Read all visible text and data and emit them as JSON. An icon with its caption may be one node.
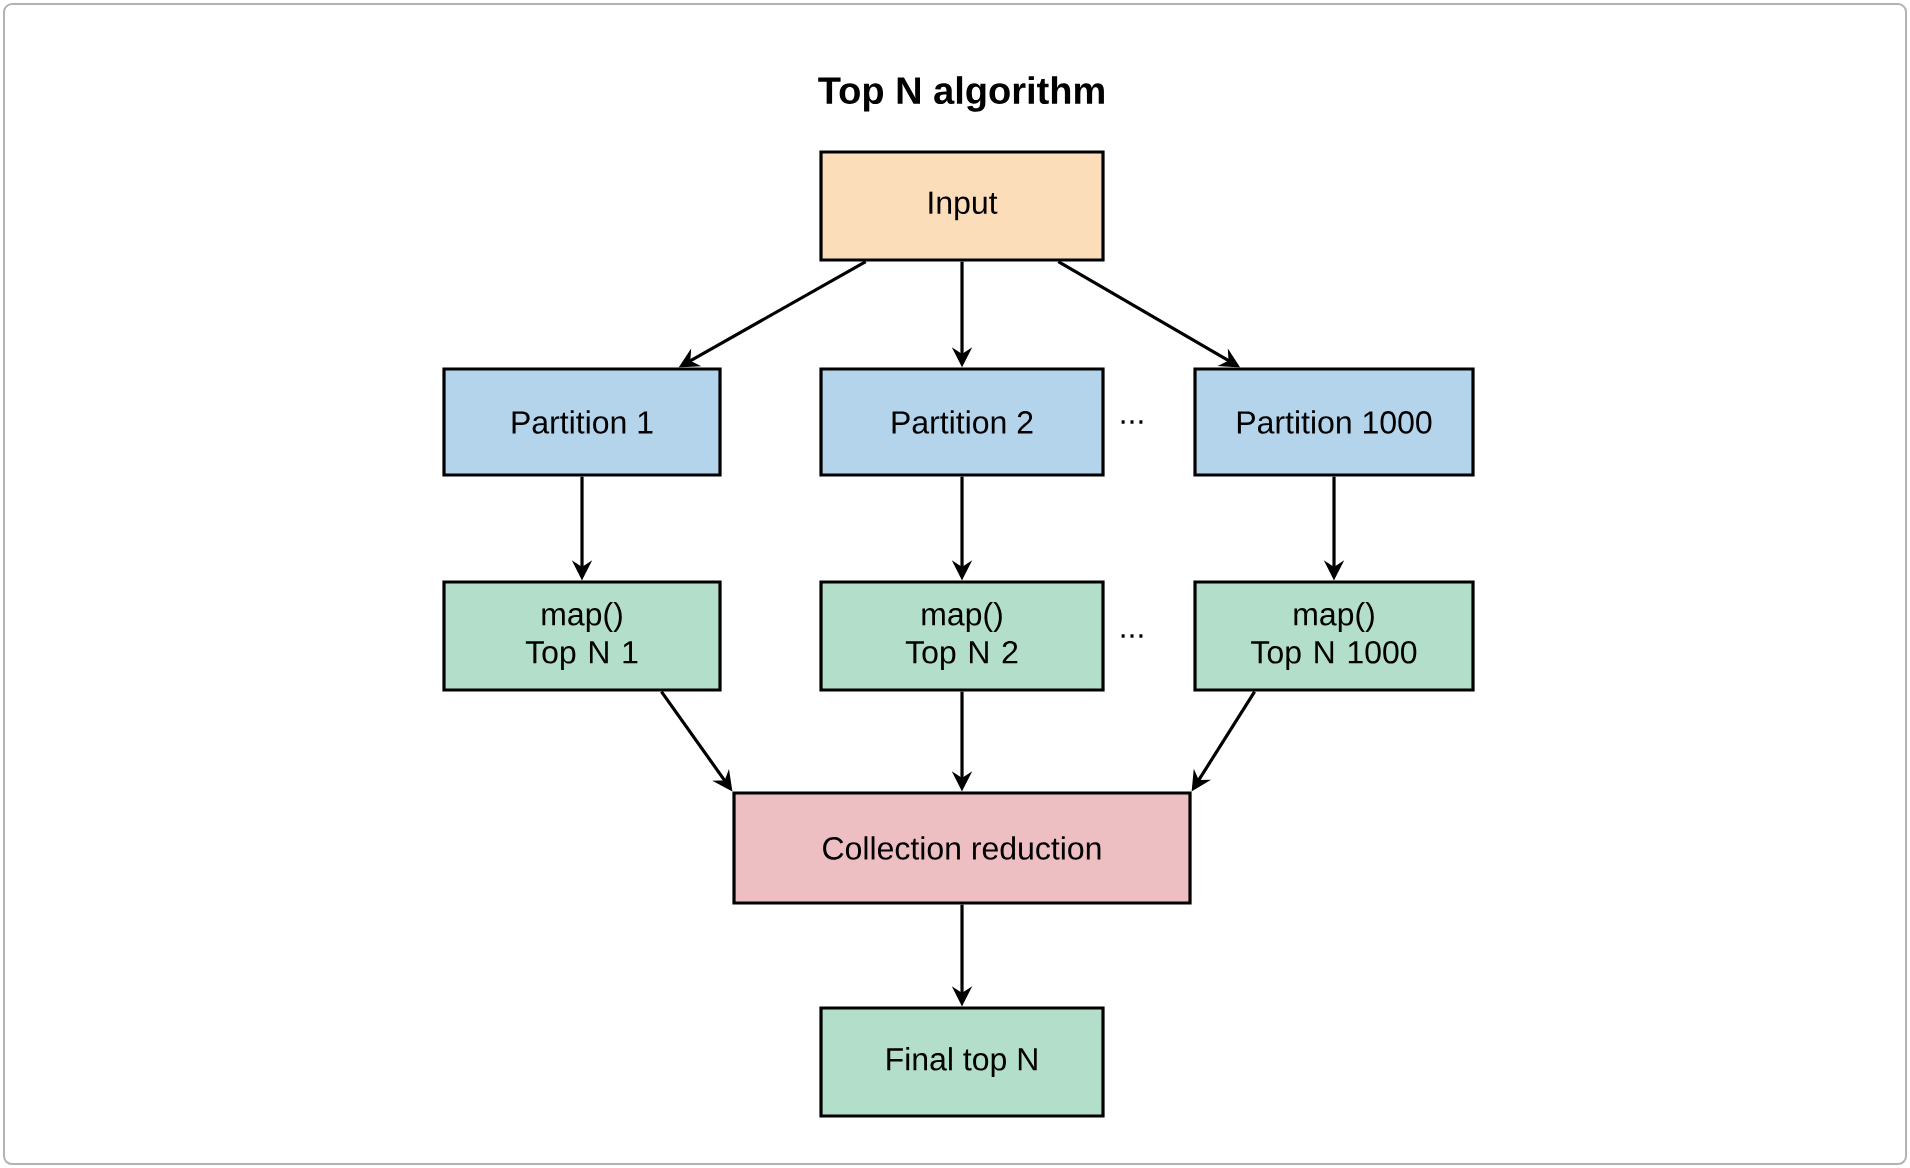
{
  "diagram": {
    "title": "Top N algorithm",
    "nodes": [
      {
        "text": [
          "Input"
        ]
      },
      {
        "text": [
          "Partition 1"
        ]
      },
      {
        "text": [
          "Partition 2"
        ]
      },
      {
        "text": [
          "Partition 1000"
        ]
      },
      {
        "text": [
          "map() Top N 1"
        ]
      },
      {
        "text": [
          "map() Top N 2"
        ]
      },
      {
        "text": [
          "map() Top N 1000"
        ]
      },
      {
        "text": [
          "Collection reduction"
        ]
      },
      {
        "text": [
          "Final top N"
        ]
      }
    ],
    "edges": [
      {
        "from": 0,
        "to": 1,
        "arrow": "to"
      },
      {
        "from": 0,
        "to": 2,
        "arrow": "to"
      },
      {
        "from": 0,
        "to": 3,
        "arrow": "to"
      },
      {
        "from": 1,
        "to": 4,
        "arrow": "to"
      },
      {
        "from": 2,
        "to": 5,
        "arrow": "to"
      },
      {
        "from": 3,
        "to": 6,
        "arrow": "to"
      },
      {
        "from": 4,
        "to": 7,
        "arrow": "to"
      },
      {
        "from": 5,
        "to": 7,
        "arrow": "to"
      },
      {
        "from": 6,
        "to": 7,
        "arrow": "to"
      },
      {
        "from": 7,
        "to": 8,
        "arrow": "to"
      }
    ],
    "labels": [
      "...",
      "..."
    ]
  }
}
